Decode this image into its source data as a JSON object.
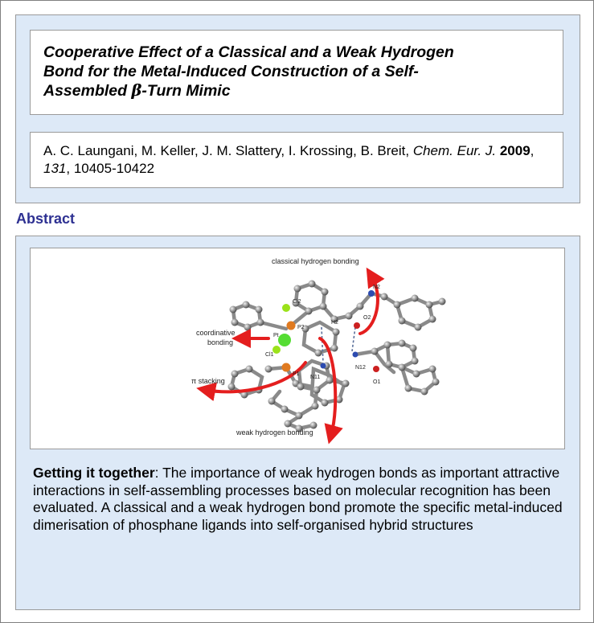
{
  "title": {
    "line1": "Cooperative Effect of a Classical and a Weak Hydrogen",
    "line2": "Bond for the Metal-Induced Construction of a Self-",
    "line3_prefix": "Assembled ",
    "beta": "β",
    "line3_suffix": "-Turn Mimic"
  },
  "citation": {
    "authors": "A. C. Laungani, M. Keller, J. M. Slattery, I. Krossing, B. Breit, ",
    "journal": "Chem. Eur. J.",
    "year": "2009",
    "volume": "131",
    "pages": ", 10405-10422"
  },
  "abstract": {
    "heading": "Abstract",
    "lead": "Getting it together",
    "body": ": The importance of weak hydrogen bonds as important attractive interactions in self-assembling processes based on molecular recognition has been evaluated. A classical and a weak hydrogen bond promote the specific metal-induced dimerisation of phosphane ligands into self-organised hybrid structures"
  },
  "figure": {
    "labels": {
      "classical": "classical hydrogen bonding",
      "coordinative_1": "coordinative",
      "coordinative_2": "bonding",
      "pi_stacking": "π stacking",
      "weak": "weak hydrogen bonding"
    },
    "atoms": {
      "n2": "N2",
      "cl2": "Cl2",
      "p2": "P2",
      "h2": "H2",
      "o2": "O2",
      "pt": "Pt",
      "cl1": "Cl1",
      "p1": "P1",
      "n11": "N11",
      "n12": "N12",
      "o1": "O1"
    },
    "colors": {
      "arrow": "#e41e1e",
      "carbon": "#7a7a7a",
      "chlorine": "#9be21a",
      "platinum": "#55dd33",
      "phosphorus": "#e07a20",
      "nitrogen": "#2c4bb0",
      "oxygen": "#cc2020"
    }
  }
}
